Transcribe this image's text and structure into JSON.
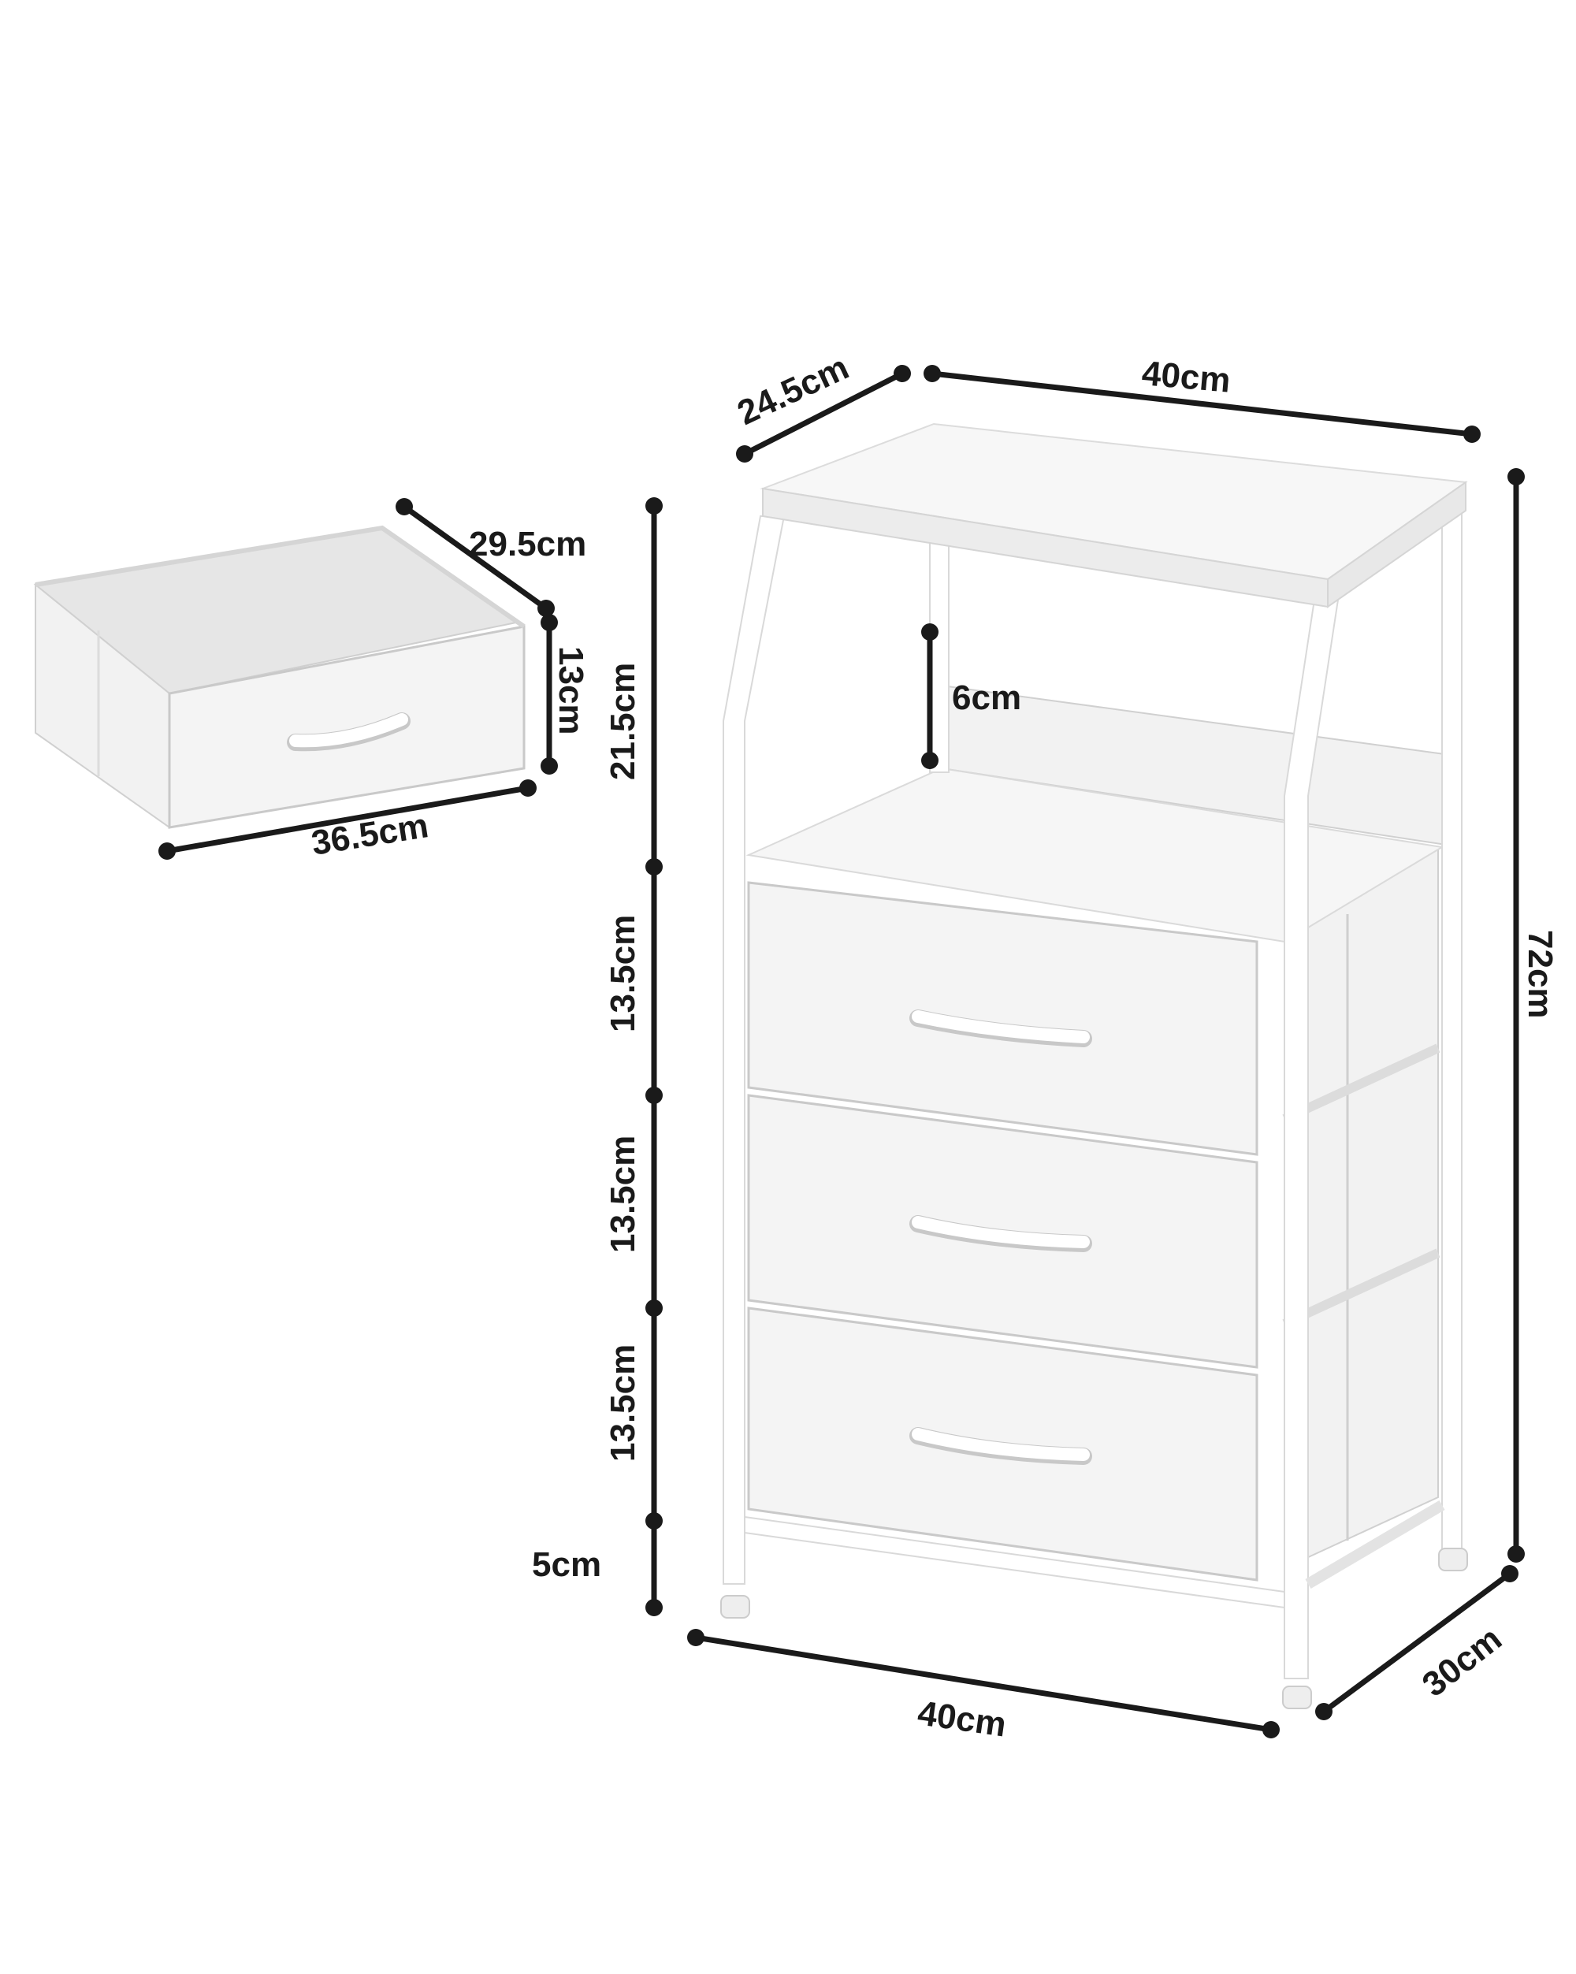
{
  "product": {
    "name": "3-drawer nightstand with open shelf",
    "colors": {
      "product": "#f2f2f2",
      "dimension_lines": "#1a1a1a",
      "background": "#ffffff"
    }
  },
  "drawer_detail": {
    "depth_label": "29.5cm",
    "height_label": "13cm",
    "width_label": "36.5cm"
  },
  "cabinet": {
    "top_depth_label": "24.5cm",
    "top_width_label": "40cm",
    "shelf_gap_label": "6cm",
    "total_height_label": "72cm",
    "bottom_width_label": "40cm",
    "bottom_depth_label": "30cm"
  },
  "vertical_stack": {
    "segments": [
      {
        "label": "21.5cm",
        "part": "open shelf section"
      },
      {
        "label": "13.5cm",
        "part": "drawer 1"
      },
      {
        "label": "13.5cm",
        "part": "drawer 2"
      },
      {
        "label": "13.5cm",
        "part": "drawer 3"
      },
      {
        "label": "5cm",
        "part": "legs"
      }
    ]
  }
}
